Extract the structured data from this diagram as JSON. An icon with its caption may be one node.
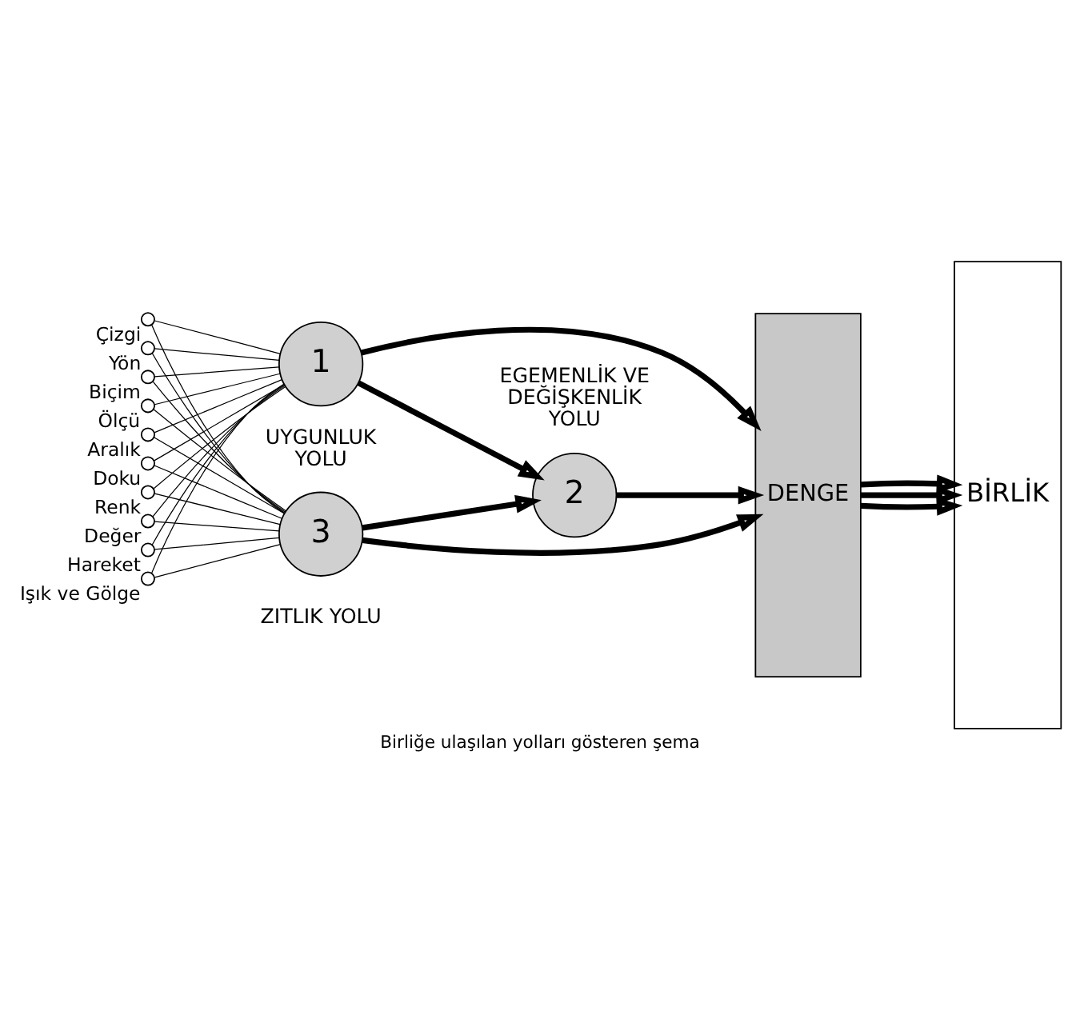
{
  "diagram": {
    "caption": "Birliğe ulaşılan yolları gösteren şema",
    "nodes": [
      {
        "text": [],
        "shape": "circle",
        "beside": [
          "Çizgi"
        ]
      },
      {
        "text": [],
        "shape": "circle",
        "beside": [
          "Yön"
        ]
      },
      {
        "text": [],
        "shape": "circle",
        "beside": [
          "Biçim"
        ]
      },
      {
        "text": [],
        "shape": "circle",
        "beside": [
          "Ölçü"
        ]
      },
      {
        "text": [],
        "shape": "circle",
        "beside": [
          "Aralık"
        ]
      },
      {
        "text": [],
        "shape": "circle",
        "beside": [
          "Doku"
        ]
      },
      {
        "text": [],
        "shape": "circle",
        "beside": [
          "Renk"
        ]
      },
      {
        "text": [],
        "shape": "circle",
        "beside": [
          "Değer"
        ]
      },
      {
        "text": [],
        "shape": "circle",
        "beside": [
          "Hareket"
        ]
      },
      {
        "text": [],
        "shape": "circle",
        "beside": [
          "Işık ve Gölge"
        ]
      },
      {
        "text": [
          "1"
        ],
        "beside": [
          "UYGUNLUK YOLU"
        ]
      },
      {
        "text": [
          "2"
        ],
        "beside": [
          "EGEMENLİK VE DEĞİŞKENLİK YOLU"
        ]
      },
      {
        "text": [
          "3"
        ],
        "beside": [
          "ZITLIK YOLU"
        ]
      },
      {
        "text": [
          "DENGE"
        ]
      },
      {
        "text": [
          "BİRLİK"
        ]
      }
    ],
    "edges": [
      {
        "from": 0,
        "to": 10,
        "arrow": "none"
      },
      {
        "from": 0,
        "to": 12,
        "arrow": "none"
      },
      {
        "from": 1,
        "to": 10,
        "arrow": "none"
      },
      {
        "from": 1,
        "to": 12,
        "arrow": "none"
      },
      {
        "from": 2,
        "to": 10,
        "arrow": "none"
      },
      {
        "from": 2,
        "to": 12,
        "arrow": "none"
      },
      {
        "from": 3,
        "to": 10,
        "arrow": "none"
      },
      {
        "from": 3,
        "to": 12,
        "arrow": "none"
      },
      {
        "from": 4,
        "to": 10,
        "arrow": "none"
      },
      {
        "from": 4,
        "to": 12,
        "arrow": "none"
      },
      {
        "from": 5,
        "to": 10,
        "arrow": "none"
      },
      {
        "from": 5,
        "to": 12,
        "arrow": "none"
      },
      {
        "from": 6,
        "to": 10,
        "arrow": "none"
      },
      {
        "from": 6,
        "to": 12,
        "arrow": "none"
      },
      {
        "from": 7,
        "to": 10,
        "arrow": "none"
      },
      {
        "from": 7,
        "to": 12,
        "arrow": "none"
      },
      {
        "from": 8,
        "to": 10,
        "arrow": "none"
      },
      {
        "from": 8,
        "to": 12,
        "arrow": "none"
      },
      {
        "from": 9,
        "to": 10,
        "arrow": "none"
      },
      {
        "from": 9,
        "to": 12,
        "arrow": "none"
      },
      {
        "from": 10,
        "to": 11,
        "arrow": "to",
        "style": "thick"
      },
      {
        "from": 12,
        "to": 11,
        "arrow": "to",
        "style": "thick"
      },
      {
        "from": 10,
        "to": 13,
        "arrow": "to",
        "style": "thick"
      },
      {
        "from": 13,
        "to": 14,
        "arrow": "to",
        "style": "thick"
      },
      {
        "from": 11,
        "to": 13,
        "arrow": "to",
        "style": "thick"
      },
      {
        "from": 13,
        "to": 14,
        "arrow": "to",
        "style": "thick"
      },
      {
        "from": 12,
        "to": 13,
        "arrow": "to",
        "style": "thick"
      },
      {
        "from": 13,
        "to": 14,
        "arrow": "to",
        "style": "thick"
      }
    ]
  }
}
